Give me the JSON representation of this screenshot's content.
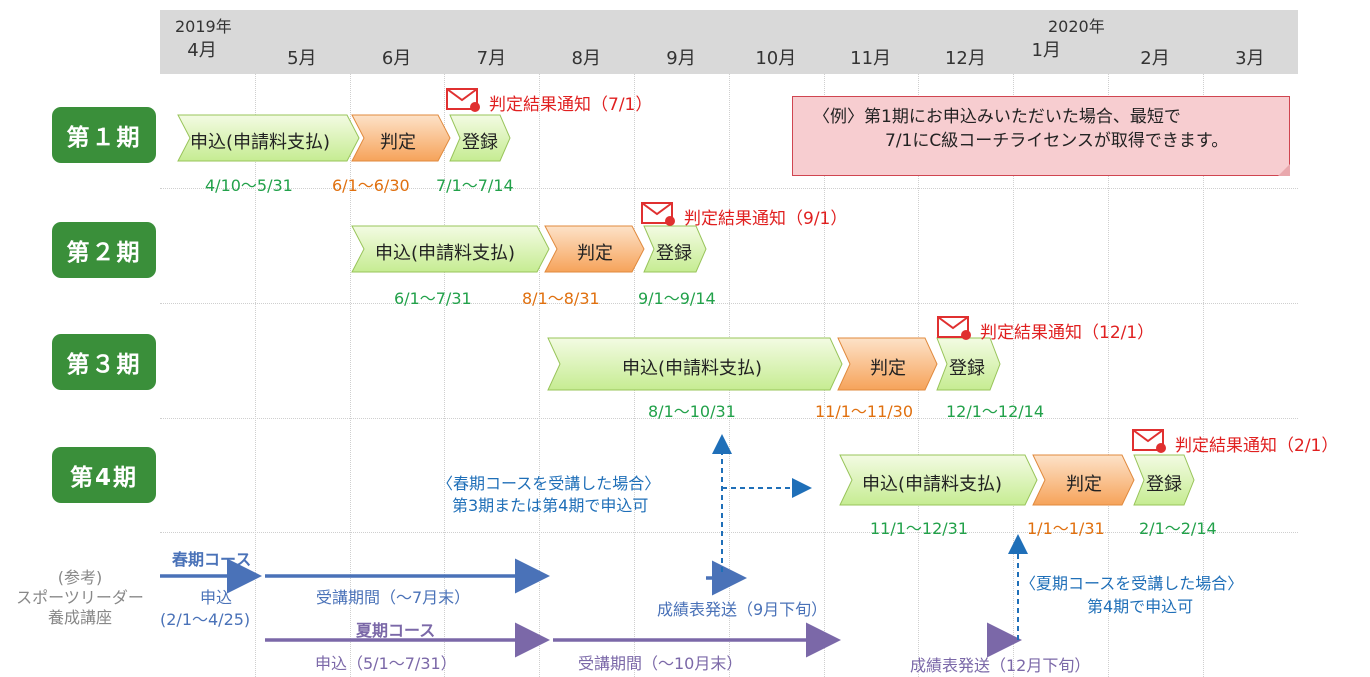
{
  "header": {
    "year_start": "2019年",
    "year_end": "2020年",
    "months": [
      "4月",
      "5月",
      "6月",
      "7月",
      "8月",
      "9月",
      "10月",
      "11月",
      "12月",
      "1月",
      "2月",
      "3月"
    ]
  },
  "periods": [
    {
      "badge": "第１期",
      "apply": "申込(申請料支払)",
      "judge": "判定",
      "register": "登録",
      "apply_dates": "4/10～5/31",
      "judge_dates": "6/1～6/30",
      "register_dates": "7/1～7/14",
      "notice": "判定結果通知（7/1）"
    },
    {
      "badge": "第２期",
      "apply": "申込(申請料支払)",
      "judge": "判定",
      "register": "登録",
      "apply_dates": "6/1～7/31",
      "judge_dates": "8/1～8/31",
      "register_dates": "9/1～9/14",
      "notice": "判定結果通知（9/1）"
    },
    {
      "badge": "第３期",
      "apply": "申込(申請料支払)",
      "judge": "判定",
      "register": "登録",
      "apply_dates": "8/1～10/31",
      "judge_dates": "11/1～11/30",
      "register_dates": "12/1～12/14",
      "notice": "判定結果通知（12/1）"
    },
    {
      "badge": "第4期",
      "apply": "申込(申請料支払)",
      "judge": "判定",
      "register": "登録",
      "apply_dates": "11/1～12/31",
      "judge_dates": "1/1～1/31",
      "register_dates": "2/1～2/14",
      "notice": "判定結果通知（2/1）"
    }
  ],
  "note": {
    "line1": "〈例〉第1期にお申込みいただいた場合、最短で",
    "line2": "7/1にC級コーチライセンスが取得できます。"
  },
  "reference": {
    "line1": "(参考)",
    "line2": "スポーツリーダー",
    "line3": "養成講座"
  },
  "spring": {
    "title": "春期コース",
    "apply": "申込",
    "apply_dates": "(2/1～4/25)",
    "period": "受講期間（～7月末）",
    "report": "成績表発送（9月下旬）",
    "case_line1": "〈春期コースを受講した場合〉",
    "case_line2": "第3期または第4期で申込可"
  },
  "summer": {
    "title": "夏期コース",
    "apply": "申込（5/1～7/31）",
    "period": "受講期間（～10月末）",
    "report": "成績表発送（12月下旬）",
    "case_line1": "〈夏期コースを受講した場合〉",
    "case_line2": "第4期で申込可"
  },
  "colors": {
    "header": "#d9d9d9",
    "badge": "#3a8f3a",
    "green_text": "#22a14a",
    "orange_text": "#e0700f",
    "notice_red": "#e02020",
    "spring_blue": "#4a72b8",
    "summer_purple": "#7b68a8",
    "note_bg": "#f7cdd0"
  }
}
